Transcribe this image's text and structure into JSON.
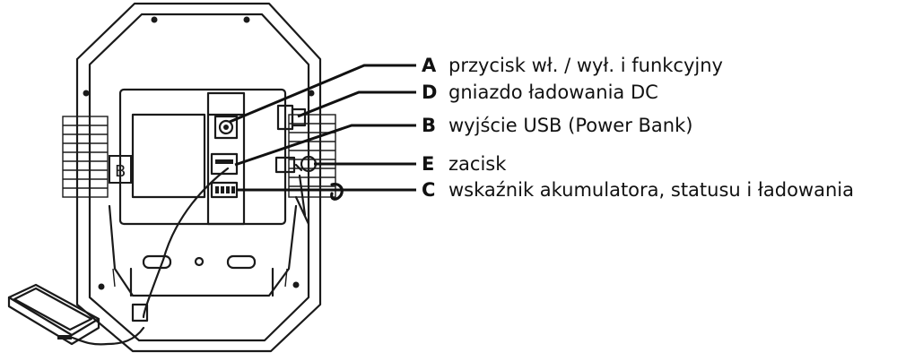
{
  "callouts": [
    {
      "letter": "A",
      "text": "przycisk wł. / wył. i funkcyjny"
    },
    {
      "letter": "D",
      "text": "gniazdo ładowania DC"
    },
    {
      "letter": "B",
      "text": "wyjście USB (Power Bank)"
    },
    {
      "letter": "E",
      "text": "zacisk"
    },
    {
      "letter": "C",
      "text": "wskaźnik akumulatora, statusu i ładowania"
    }
  ],
  "housing_mark": "B",
  "colors": {
    "line": "#1a1a1a",
    "background": "#ffffff"
  }
}
